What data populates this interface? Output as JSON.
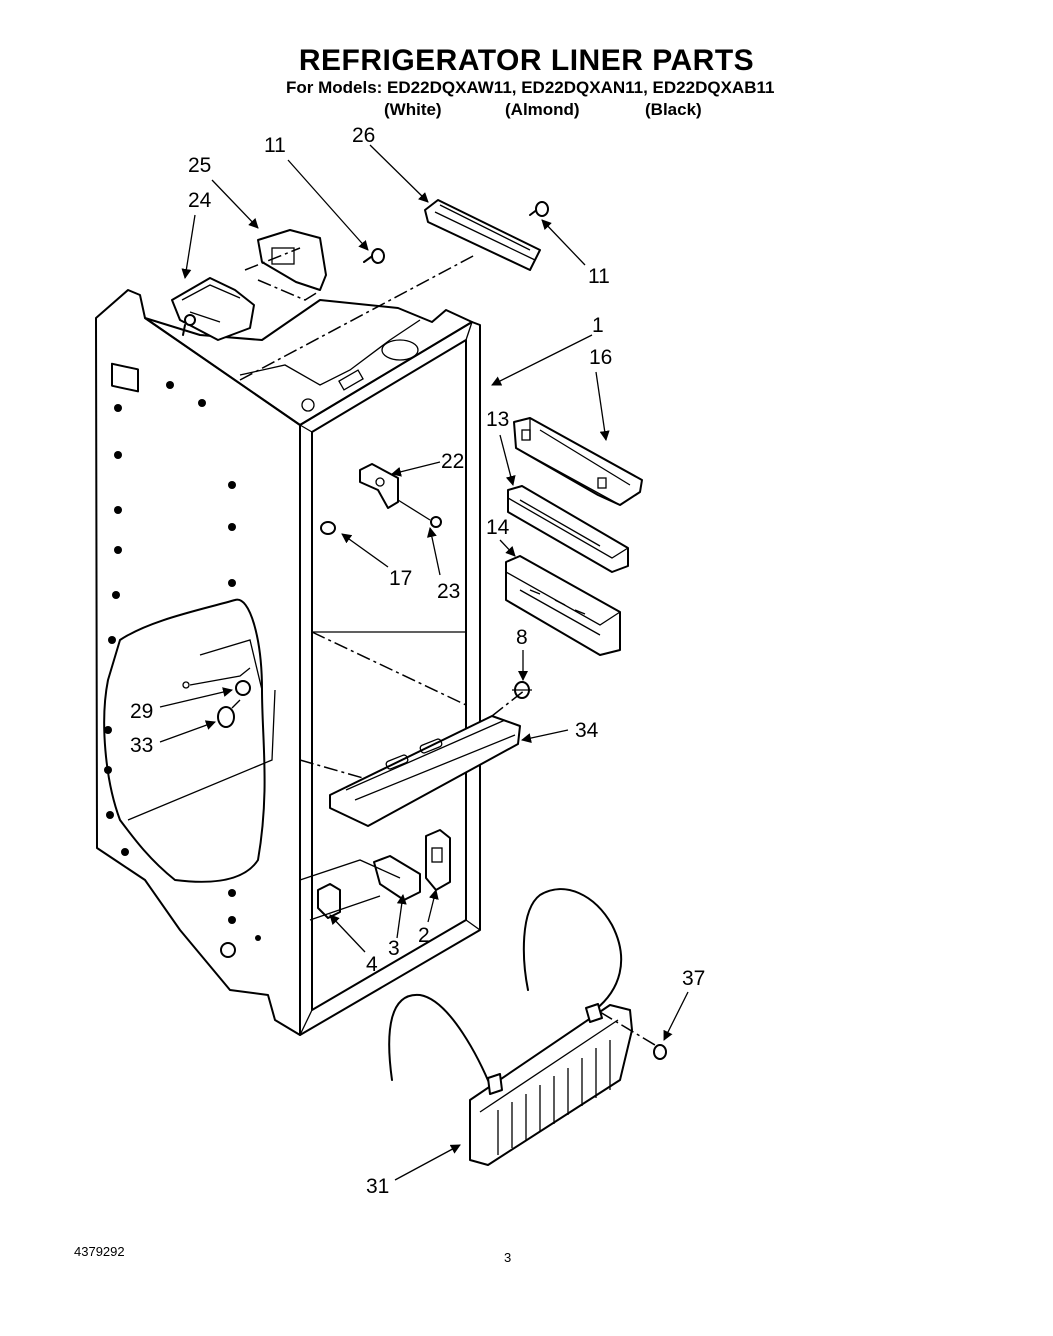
{
  "header": {
    "title": "REFRIGERATOR LINER PARTS",
    "models_line": "For Models: ED22DQXAW11, ED22DQXAN11, ED22DQXAB11",
    "colors": [
      "(White)",
      "(Almond)",
      "(Black)"
    ]
  },
  "callouts": {
    "c1": "1",
    "c2": "2",
    "c3": "3",
    "c4": "4",
    "c8": "8",
    "c11a": "11",
    "c11b": "11",
    "c13": "13",
    "c14": "14",
    "c16": "16",
    "c17": "17",
    "c22": "22",
    "c23": "23",
    "c24": "24",
    "c25": "25",
    "c26": "26",
    "c29": "29",
    "c31": "31",
    "c33": "33",
    "c34": "34",
    "c37": "37"
  },
  "footer": {
    "doc_number": "4379292",
    "page_number": "3"
  }
}
